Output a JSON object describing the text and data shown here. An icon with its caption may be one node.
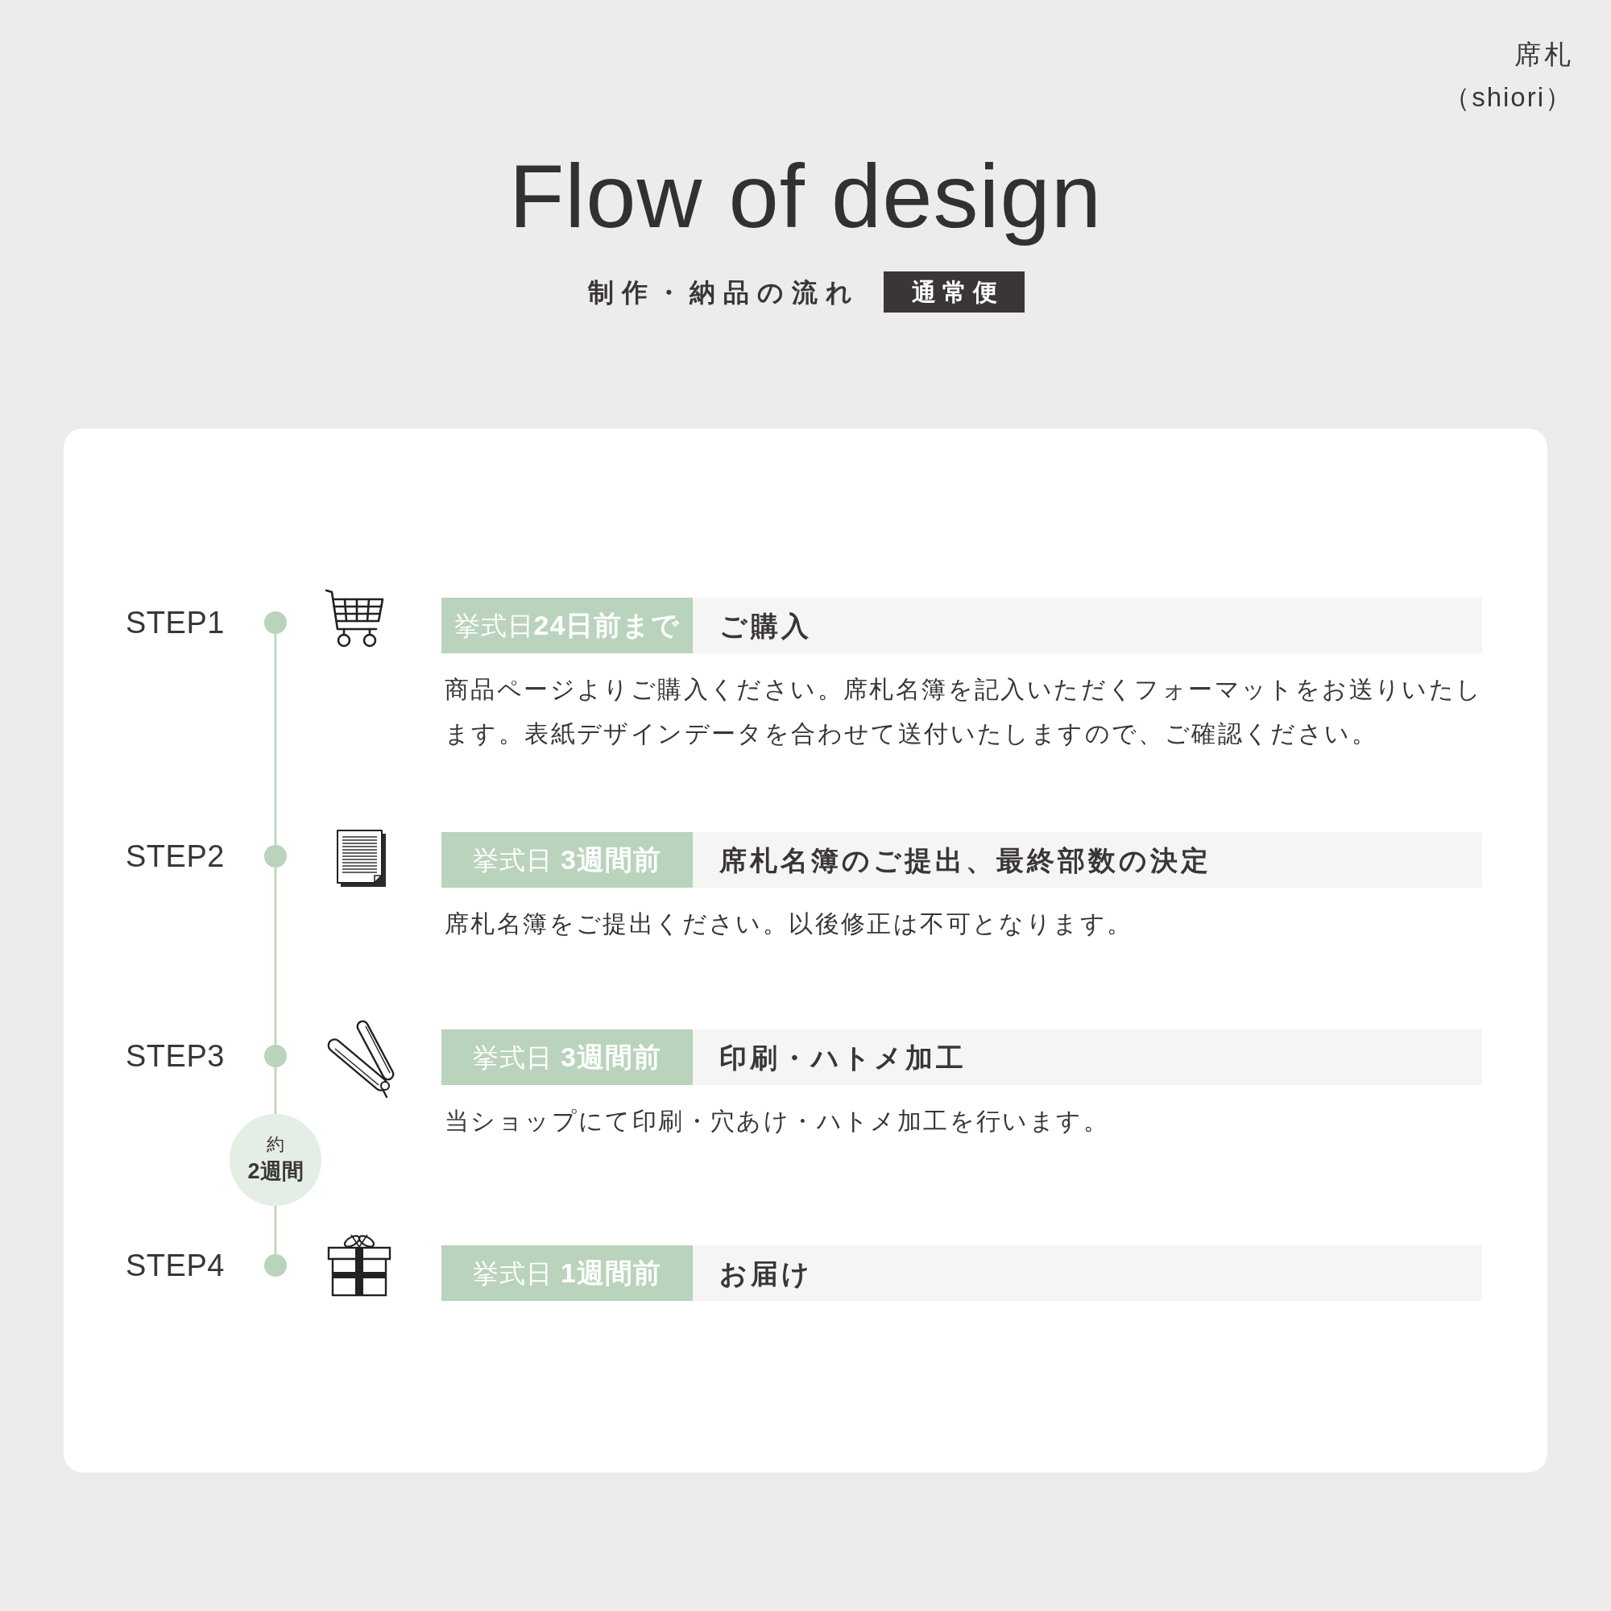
{
  "diagram": {
    "title": "Flow of design",
    "nodes": [
      {
        "text": [
          "通常便"
        ]
      },
      {
        "text": [],
        "shape": "circle",
        "beside": [
          "STEP1"
        ]
      },
      {
        "text": [
          "挙式日**24日前まで**",
          "ご購入"
        ],
        "beside": [
          "商品ページよりご購入ください。席札名簿を記入いただくフォーマットをお送りいたします。表紙デザインデータを合わせて送付いたしますので、ご確認ください。"
        ]
      },
      {
        "text": [],
        "shape": "circle",
        "beside": [
          "STEP2"
        ]
      },
      {
        "text": [
          "挙式日 **3週間前**",
          "席札名簿のご提出、最終部数の決定"
        ],
        "beside": [
          "席札名簿をご提出ください。以後修正は不可となります。"
        ]
      },
      {
        "text": [],
        "shape": "circle",
        "beside": [
          "STEP3"
        ]
      },
      {
        "text": [
          "挙式日 **3週間前**",
          "印刷・ハトメ加工"
        ],
        "beside": [
          "当ショップにて印刷・穴あけ・ハトメ加工を行います。"
        ]
      },
      {
        "text": [
          "約",
          "2週間"
        ]
      },
      {
        "text": [],
        "shape": "circle",
        "beside": [
          "STEP4"
        ]
      },
      {
        "text": [
          "挙式日 **1週間前**",
          "お届け"
        ]
      }
    ],
    "edges": [
      {
        "from": 1,
        "to": 3,
        "arrow": "none"
      },
      {
        "from": 3,
        "to": 5,
        "arrow": "none"
      },
      {
        "from": 5,
        "to": 7,
        "arrow": "none"
      },
      {
        "from": 7,
        "to": 8,
        "arrow": "none"
      }
    ],
    "labels": [
      "席札",
      "（shiori）",
      "制作・納品の流れ"
    ]
  }
}
